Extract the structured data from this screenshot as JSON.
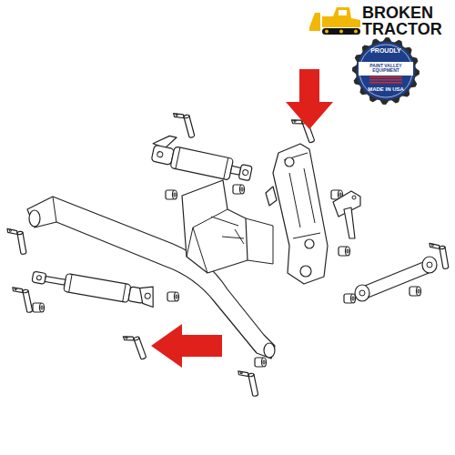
{
  "diagram": {
    "nodes": [
      {
        "text": [
          "PROUDLY",
          "PAINT VALLEY EQUIPMENT",
          "MADE IN USA"
        ]
      }
    ],
    "labels": [
      "BROKEN TRACTOR"
    ]
  }
}
